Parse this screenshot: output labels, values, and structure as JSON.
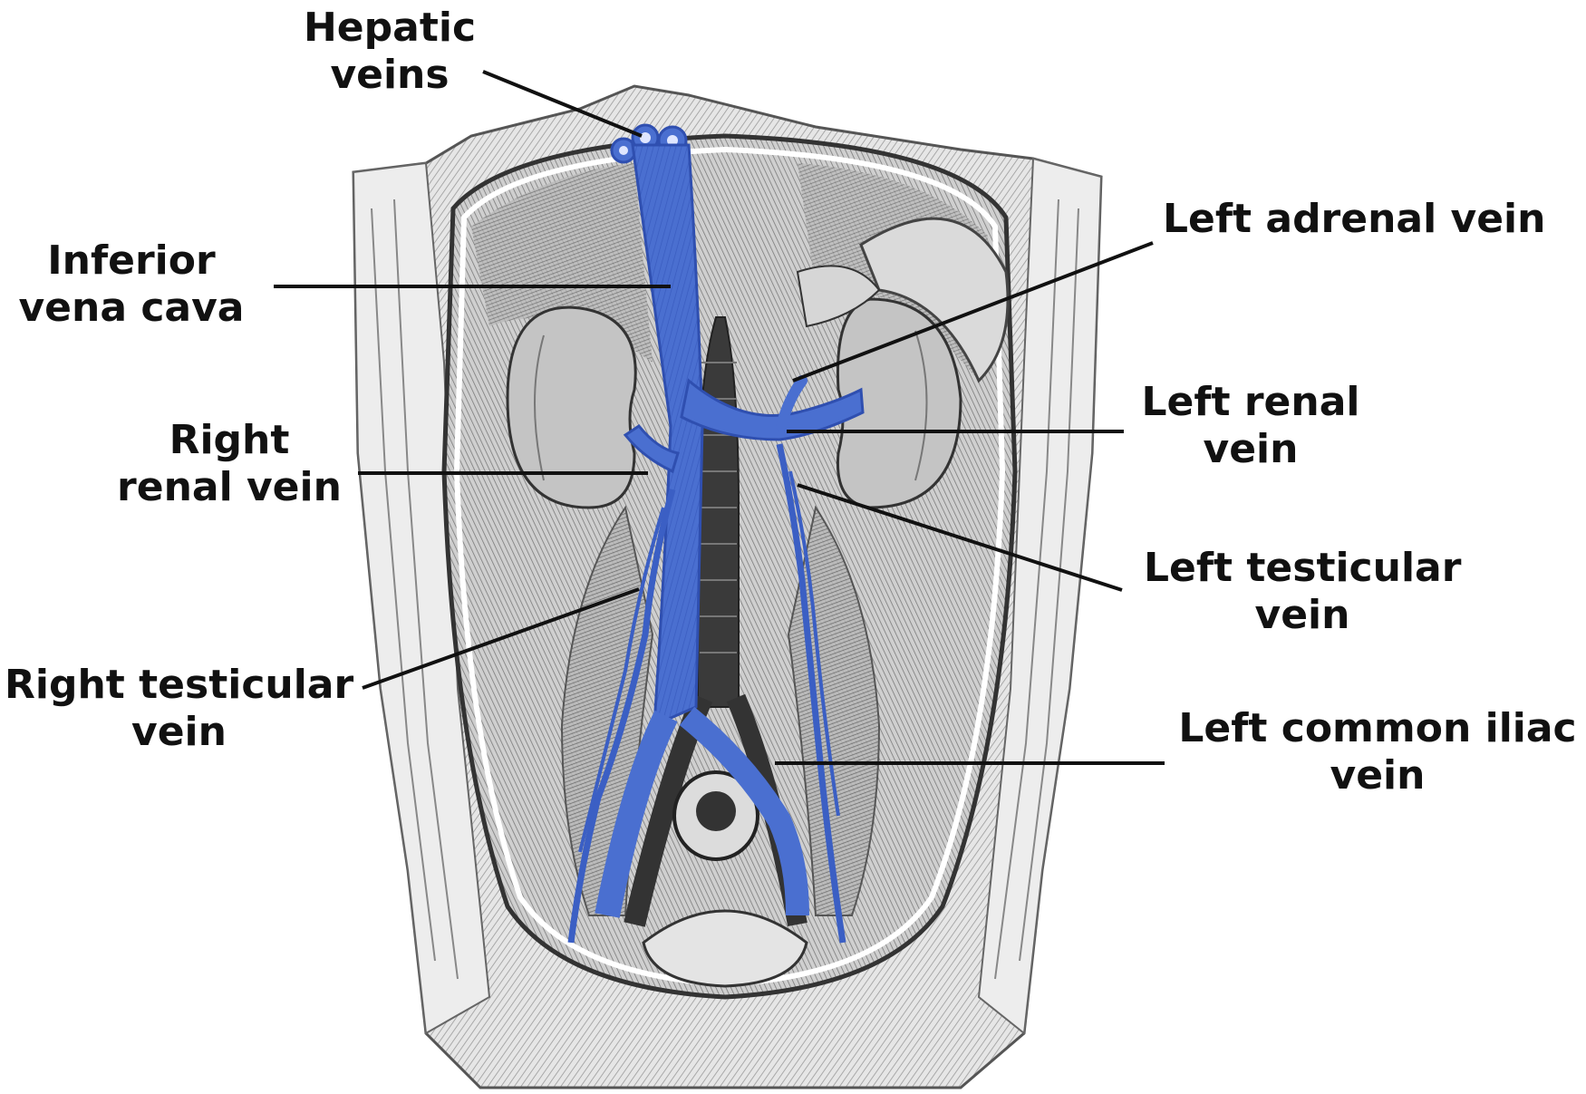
{
  "labels": {
    "hepatic_veins": [
      "Hepatic",
      "veins"
    ],
    "inferior_vena_cava": [
      "Inferior",
      "vena cava"
    ],
    "right_renal_vein": [
      "Right",
      "renal vein"
    ],
    "right_testicular_vein": [
      "Right testicular",
      "vein"
    ],
    "left_adrenal_vein": [
      "Left adrenal vein"
    ],
    "left_renal_vein": [
      "Left renal",
      "vein"
    ],
    "left_testicular_vein": [
      "Left testicular",
      "vein"
    ],
    "left_common_iliac_vein": [
      "Left common iliac",
      "vein"
    ]
  },
  "colors": {
    "vein_blue": "#4a6fd0",
    "vein_blue_dark": "#2f4fb0",
    "tissue_gray": "#8a8a8a",
    "line_black": "#111111"
  }
}
